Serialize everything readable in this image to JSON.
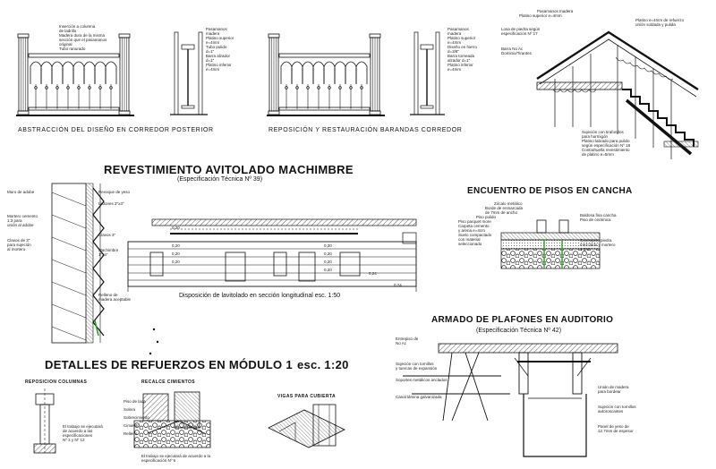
{
  "titles": {
    "abstraccion": "ABSTRACCIÓN DEL DISEÑO EN CORREDOR POSTERIOR",
    "reposicion": "REPOSICIÓN Y RESTAURACIÓN BARANDAS CORREDOR",
    "revestimiento": "REVESTIMIENTO AVITOLADO MACHIMBRE",
    "revestimiento_spec": "(Especificación Técnica Nº 39)",
    "disposicion": "Disposición de lavitolado en sección longitudinal esc. 1:50",
    "encuentro": "ENCUENTRO DE PISOS EN CANCHA",
    "armado": "ARMADO DE PLAFONES EN AUDITORIO",
    "armado_spec": "(Especificación Técnica Nº 42)",
    "refuerzos": "DETALLES DE REFUERZOS EN MÓDULO 1",
    "refuerzos_scale": "esc. 1:20",
    "reposicion_columnas": "REPOSICION COLUMNAS",
    "recalce": "RECALCE CIMIENTOS",
    "vigas": "VIGAS PARA CUBIERTA"
  },
  "notes": {
    "baranda_left": [
      "Inserción a columna",
      "de ladrillo",
      "Madera dura de la misma",
      "sección que el pasamanos",
      "original",
      "Tubo ranurado"
    ],
    "baranda_mid": [
      "Pasamanos",
      "madera",
      "Platino superior",
      "e=4mm",
      "Tubo pulido",
      "d=1\"",
      "Barra alzador",
      "d=1\"",
      "Platino inferior",
      "e=4mm"
    ],
    "baranda_right": [
      "Pasamanos",
      "madera",
      "Platino superior",
      "e=4mm",
      "Diseño en hierro",
      "d=3/8\"",
      "Barra torneada",
      "alzador d=1\"",
      "Platino inferior",
      "e=4mm"
    ],
    "escalera": [
      "Pasamanos madera",
      "Platino superior e=4mm",
      "Platino e=4mm de refuerzo",
      "unión soldada y pulida",
      "Losa de piedra según",
      "especificación Nº 17",
      "Barra No Ac",
      "Dominio/Tirantes",
      "Sujeción con tirafondos",
      "para hormigón",
      "Platino labrado para pulido",
      "según especificación Nº 18",
      "Contrahuella revestimiento",
      "de platino e=5mm"
    ],
    "revestimiento": [
      "Muro de adobe",
      "Revoque de yeso",
      "Listones 2\"x3\"",
      "Mortero cemento",
      "1:3 para",
      "unión al adobe",
      "Clavos de 3\"",
      "para sujeción",
      "al mortero",
      "Clavos 3\"",
      "Machimbre",
      "1\"x4\"",
      "Relleno de",
      "madera aceptable"
    ],
    "encuentro": [
      "Zócalo metálico",
      "Borde de enmarcada",
      "de 7mm de ancho",
      "Piso pulido",
      "Piso parquet more",
      "Carpeta cemento",
      "y arena e=4cm",
      "Suelo compactado",
      "con material",
      "seleccionado",
      "Baldosa fina cancha",
      "Piso de cerámica",
      "Contrapiso piedra",
      "mezclado y mortero",
      "1:3:4"
    ],
    "plafones": [
      "Entrepiso de",
      "No Ac",
      "Sujeción con tornillos",
      "y tuercas de expansión",
      "Soportes metálicos anclados",
      "Canal lámina galvanizada",
      "Unión de madera",
      "para bordear",
      "Sujeción con tornillos",
      "autoroscantes",
      "Panel de yeso de",
      "12.7mm de espesor"
    ],
    "columnas": [
      "El trabajo se ejecutará",
      "de acuerdo a las",
      "especificaciones",
      "Nº 2 y Nº 12"
    ],
    "recalce": [
      "El trabajo se ejecutará de acuerdo a la",
      "especificación Nº 6"
    ],
    "recalce_labels": [
      "Piso de lada",
      "Solera",
      "Sobrecimiento",
      "Cimiento",
      "Relleno"
    ]
  },
  "section_labels": [
    "0,20",
    "0,20",
    "0,20",
    "0,20",
    "0,20",
    "0,20",
    "0,20",
    "0,20",
    "0,24",
    "0,24"
  ],
  "colors": {
    "ink": "#111111",
    "accent": "#23a61c"
  }
}
